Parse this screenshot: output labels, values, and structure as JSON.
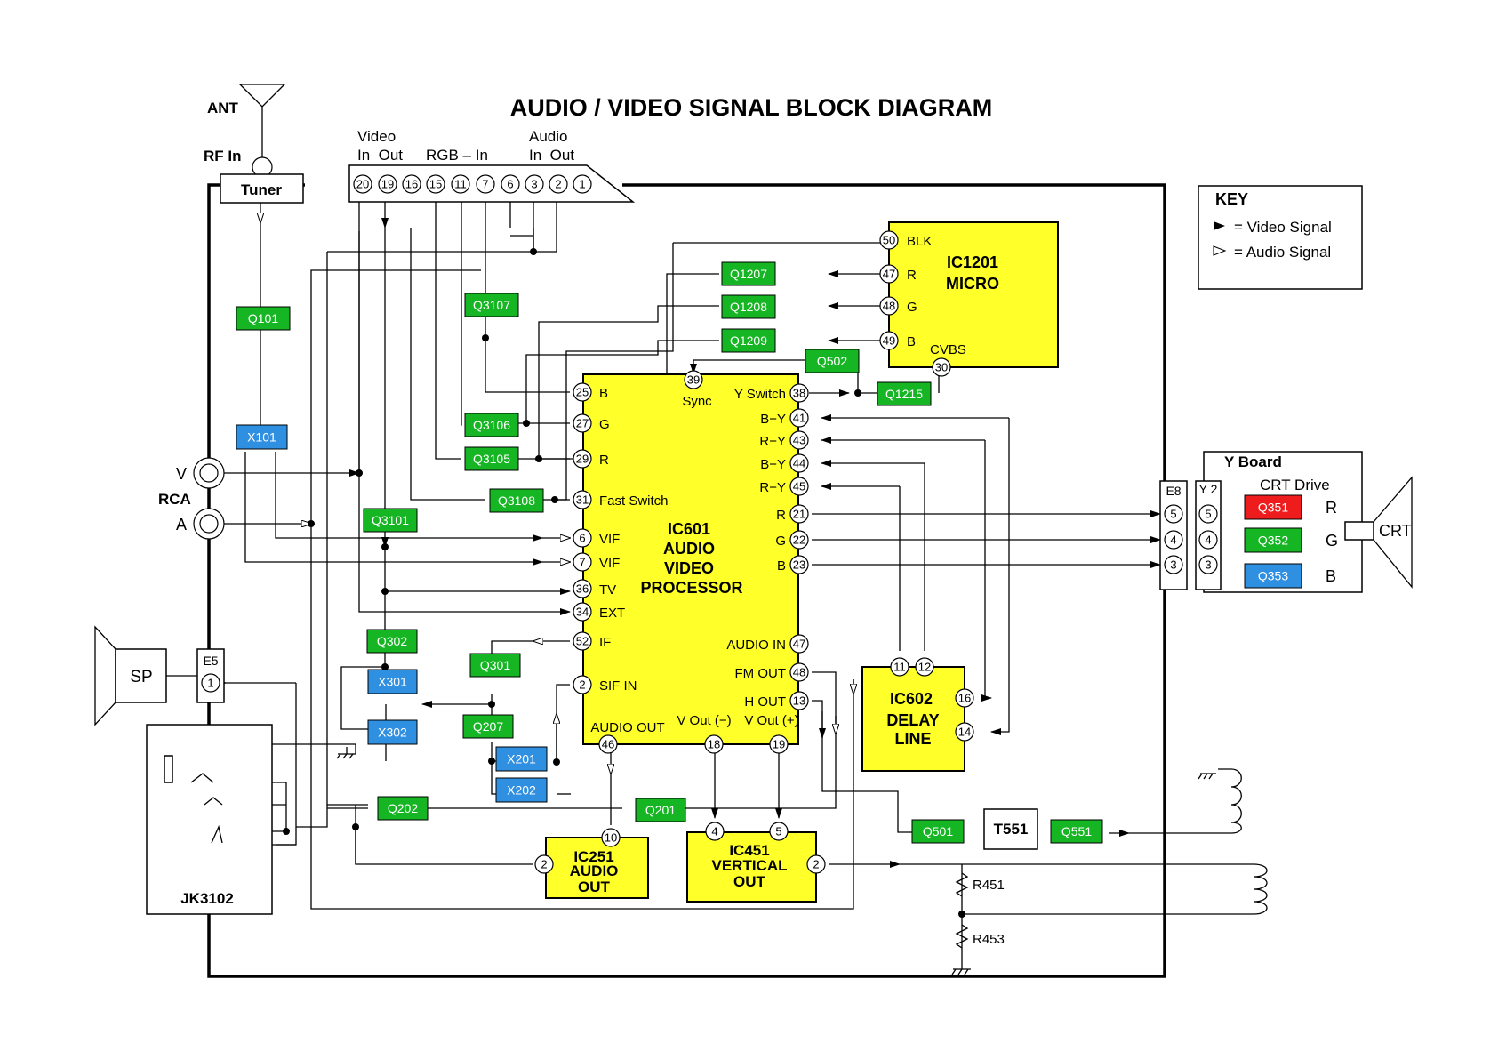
{
  "title": "AUDIO / VIDEO SIGNAL BLOCK DIAGRAM",
  "key": {
    "heading": "KEY",
    "video": "= Video Signal",
    "audio": "= Audio Signal"
  },
  "colors": {
    "ic_fill": "#ffff2a",
    "transistor_green": "#16b523",
    "crystal_blue": "#2f8fe0",
    "red_drive": "#ee1c1c"
  },
  "left": {
    "ant": "ANT",
    "rf_in": "RF In",
    "tuner": "Tuner",
    "rca": "RCA",
    "v": "V",
    "a": "A",
    "sp": "SP",
    "e5": "E5",
    "jack": "JK3102"
  },
  "connector": {
    "video": "Video",
    "video_io": "In  Out",
    "rgb_in": "RGB – In",
    "audio": "Audio",
    "audio_io": "In  Out",
    "pins": [
      "20",
      "19",
      "16",
      "15",
      "11",
      "7",
      "6",
      "3",
      "2",
      "1"
    ]
  },
  "micro": {
    "name": "IC1201",
    "sub": "MICRO",
    "pins": [
      {
        "num": "50",
        "label": "BLK"
      },
      {
        "num": "47",
        "label": "R"
      },
      {
        "num": "48",
        "label": "G"
      },
      {
        "num": "49",
        "label": "B"
      },
      {
        "num": "30",
        "label": "CVBS"
      }
    ]
  },
  "processor": {
    "name": "IC601",
    "lines": [
      "AUDIO",
      "VIDEO",
      "PROCESSOR"
    ],
    "left_pins": [
      {
        "num": "25",
        "label": "B"
      },
      {
        "num": "27",
        "label": "G"
      },
      {
        "num": "29",
        "label": "R"
      },
      {
        "num": "31",
        "label": "Fast Switch"
      },
      {
        "num": "6",
        "label": "VIF"
      },
      {
        "num": "7",
        "label": "VIF"
      },
      {
        "num": "36",
        "label": "TV"
      },
      {
        "num": "34",
        "label": "EXT"
      },
      {
        "num": "52",
        "label": "IF"
      },
      {
        "num": "2",
        "label": "SIF IN"
      }
    ],
    "right_pins": [
      {
        "num": "38",
        "label": "Y Switch"
      },
      {
        "num": "41",
        "label": "B−Y"
      },
      {
        "num": "43",
        "label": "R−Y"
      },
      {
        "num": "44",
        "label": "B−Y"
      },
      {
        "num": "45",
        "label": "R−Y"
      },
      {
        "num": "21",
        "label": "R"
      },
      {
        "num": "22",
        "label": "G"
      },
      {
        "num": "23",
        "label": "B"
      },
      {
        "num": "47",
        "label": "AUDIO IN"
      },
      {
        "num": "48",
        "label": "FM OUT"
      },
      {
        "num": "13",
        "label": "H OUT"
      }
    ],
    "top_pin": {
      "num": "39",
      "label": "Sync"
    },
    "bottom_pins": [
      {
        "num": "46",
        "label": "AUDIO OUT"
      },
      {
        "num": "18",
        "label": "V Out (−)"
      },
      {
        "num": "19",
        "label": "V Out (+)"
      }
    ]
  },
  "delay": {
    "name": "IC602",
    "lines": [
      "DELAY",
      "LINE"
    ],
    "pins": [
      "11",
      "12",
      "16",
      "14"
    ]
  },
  "audio_out": {
    "name": "IC251",
    "lines": [
      "AUDIO",
      "OUT"
    ],
    "pins": [
      "10",
      "2"
    ]
  },
  "vertical_out": {
    "name": "IC451",
    "lines": [
      "VERTICAL",
      "OUT"
    ],
    "pins": [
      "4",
      "5",
      "2"
    ]
  },
  "transistors": [
    "Q101",
    "Q3107",
    "Q3106",
    "Q3105",
    "Q3108",
    "Q3101",
    "Q302",
    "Q301",
    "Q207",
    "Q202",
    "Q201",
    "Q1207",
    "Q1208",
    "Q1209",
    "Q502",
    "Q1215",
    "Q501",
    "Q551"
  ],
  "crystals": [
    "X101",
    "X301",
    "X302",
    "X201",
    "X202"
  ],
  "misc": {
    "t551": "T551",
    "r451": "R451",
    "r453": "R453"
  },
  "yboard": {
    "title": "Y Board",
    "crt_drive": "CRT Drive",
    "e8": "E8",
    "y2": "Y 2",
    "e8_pins": [
      "5",
      "4",
      "3"
    ],
    "y2_pins": [
      "5",
      "4",
      "3"
    ],
    "drivers": [
      {
        "name": "Q351",
        "out": "R"
      },
      {
        "name": "Q352",
        "out": "G"
      },
      {
        "name": "Q353",
        "out": "B"
      }
    ],
    "crt": "CRT"
  }
}
